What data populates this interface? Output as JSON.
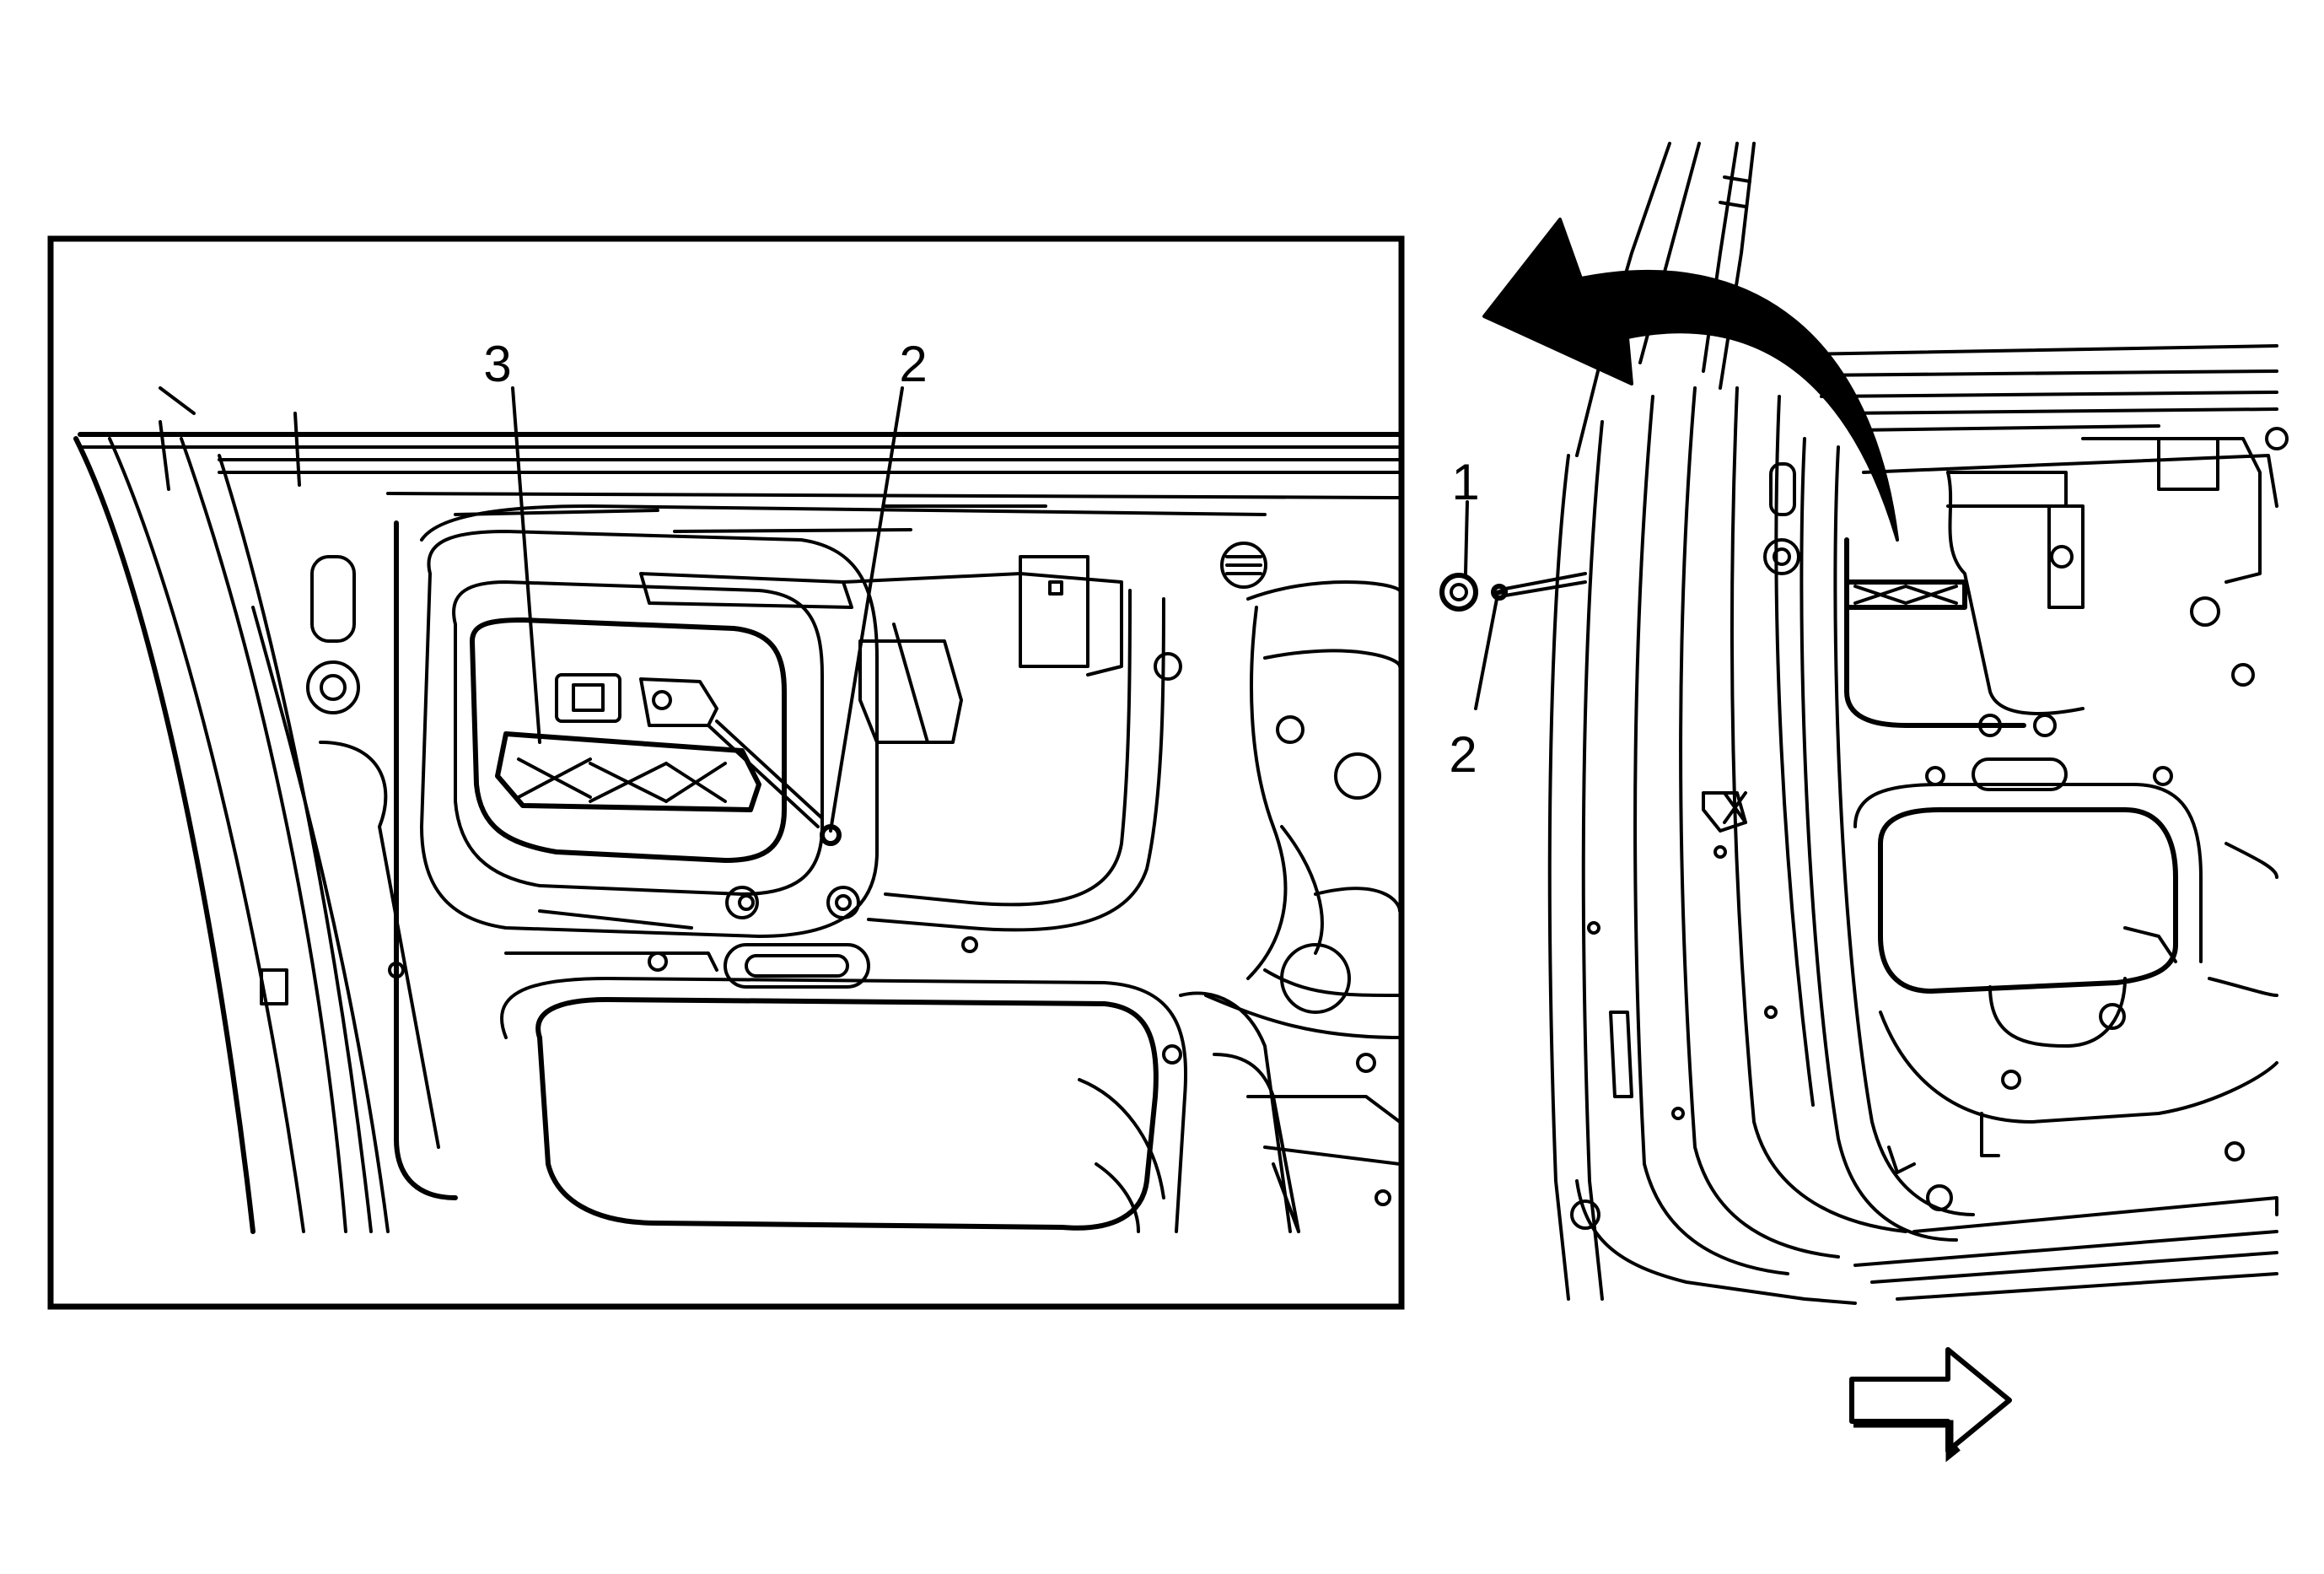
{
  "figure": {
    "callouts": {
      "detail_handle_bracket": "3",
      "detail_bolt": "2",
      "overview_nut": "1",
      "overview_bolt": "2"
    },
    "icons": {
      "rotation_arrow": "curved-arrow-icon",
      "direction_arrow": "right-arrow-icon"
    },
    "colors": {
      "line": "#000000",
      "background": "#ffffff"
    }
  }
}
